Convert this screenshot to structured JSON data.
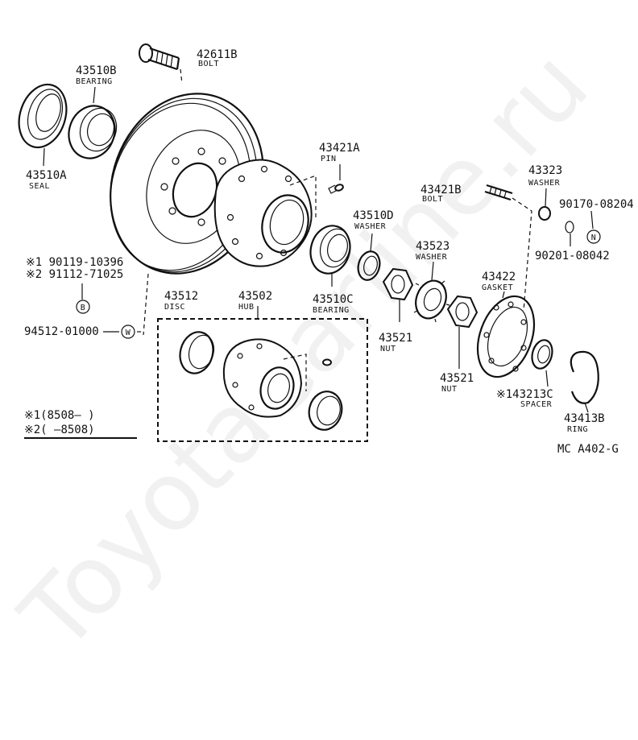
{
  "watermark": "ToyotaCarline.ru",
  "diagram_code": "MC  A402-G",
  "parts": {
    "bolt_42611B": {
      "number": "42611B",
      "name": "BOLT"
    },
    "bearing_43510B": {
      "number": "43510B",
      "name": "BEARING"
    },
    "seal_43510A": {
      "number": "43510A",
      "name": "SEAL"
    },
    "pin_43421A": {
      "number": "43421A",
      "name": "PIN"
    },
    "washer_43323": {
      "number": "43323",
      "name": "WASHER"
    },
    "bolt_43421B": {
      "number": "43421B",
      "name": "BOLT"
    },
    "n_90170": {
      "number": "90170-08204",
      "symbol": "N"
    },
    "washer_43510D": {
      "number": "43510D",
      "name": "WASHER"
    },
    "washer_43523": {
      "number": "43523",
      "name": "WASHER"
    },
    "n_90201": {
      "number": "90201-08042"
    },
    "note_90119": {
      "number": "※1 90119-10396"
    },
    "note_91112": {
      "number": "※2 91112-71025",
      "symbol": "B"
    },
    "gasket_43422": {
      "number": "43422",
      "name": "GASKET"
    },
    "disc_43512": {
      "number": "43512",
      "name": "DISC"
    },
    "hub_43502": {
      "number": "43502",
      "name": "HUB"
    },
    "bearing_43510C": {
      "number": "43510C",
      "name": "BEARING"
    },
    "w_94512": {
      "number": "94512-01000",
      "symbol": "W"
    },
    "nut_43521a": {
      "number": "43521",
      "name": "NUT"
    },
    "nut_43521b": {
      "number": "43521",
      "name": "NUT"
    },
    "spacer_43213C": {
      "number": "※143213C",
      "name": "SPACER"
    },
    "ring_43413B": {
      "number": "43413B",
      "name": "RING"
    }
  },
  "legend": {
    "row1": "※1(8508—      )",
    "row2": "※2(       —8508)"
  }
}
